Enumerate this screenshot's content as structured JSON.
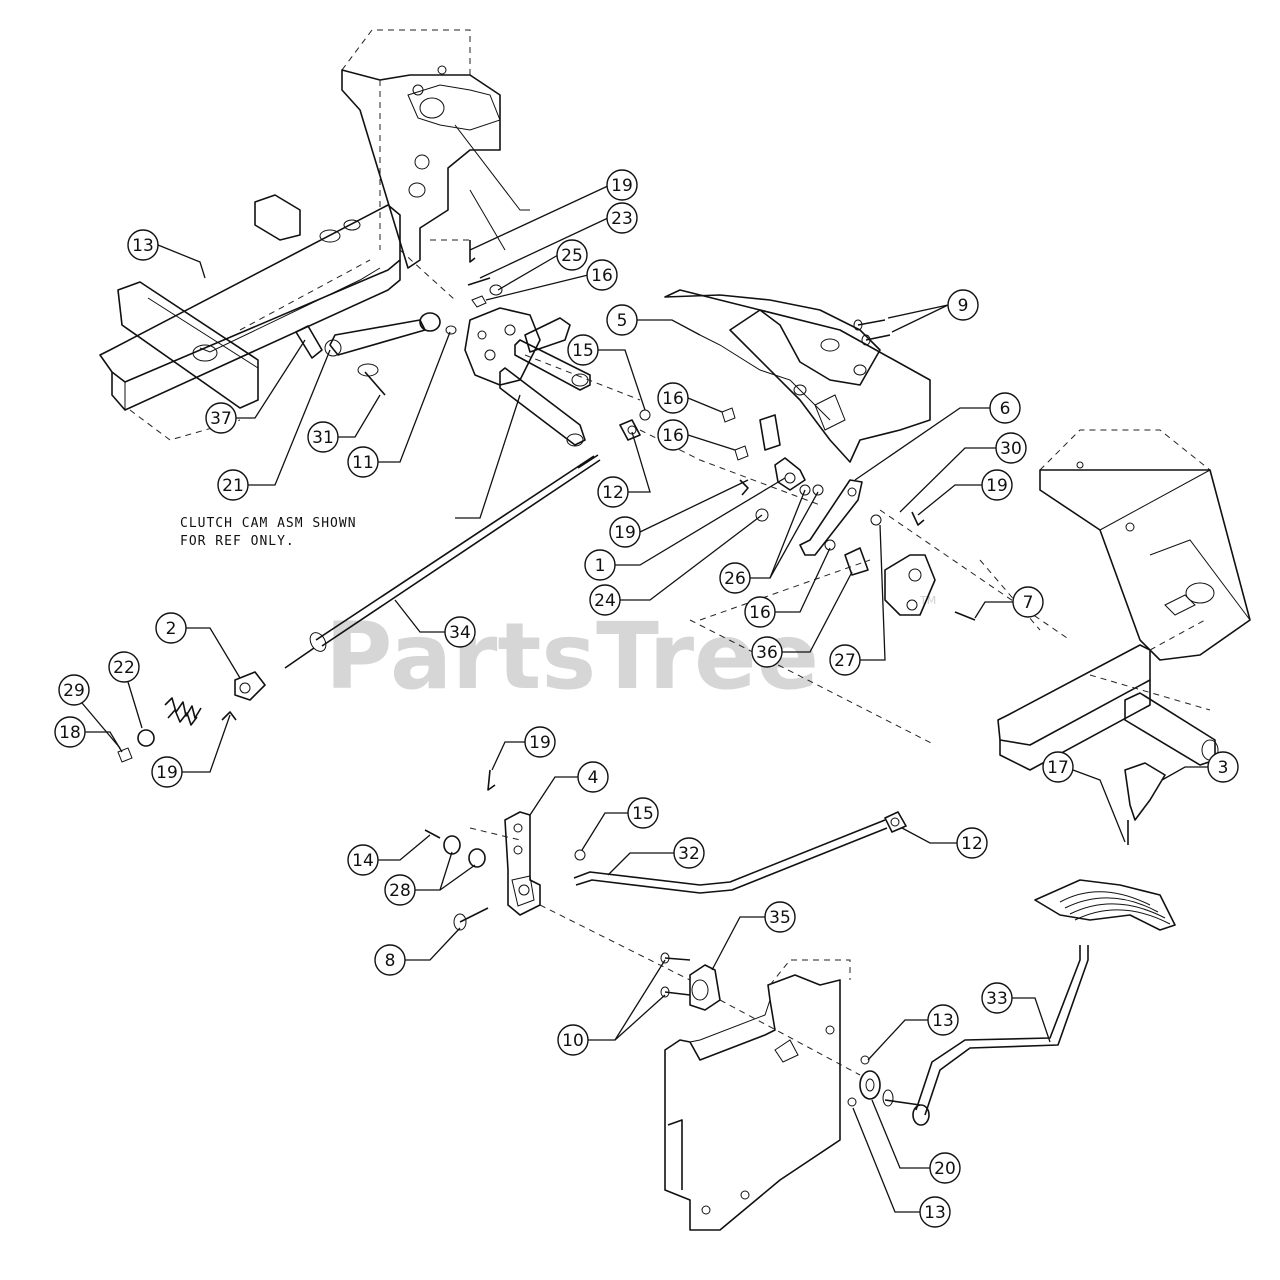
{
  "diagram": {
    "watermark": "PartsTree",
    "trademark": "TM",
    "note_lines": [
      "CLUTCH CAM ASM SHOWN",
      "FOR REF ONLY."
    ],
    "callouts": [
      {
        "id": "c-19a",
        "label": "19"
      },
      {
        "id": "c-23",
        "label": "23"
      },
      {
        "id": "c-25",
        "label": "25"
      },
      {
        "id": "c-16a",
        "label": "16"
      },
      {
        "id": "c-13a",
        "label": "13"
      },
      {
        "id": "c-9",
        "label": "9"
      },
      {
        "id": "c-5",
        "label": "5"
      },
      {
        "id": "c-15a",
        "label": "15"
      },
      {
        "id": "c-16b",
        "label": "16"
      },
      {
        "id": "c-16c",
        "label": "16"
      },
      {
        "id": "c-6",
        "label": "6"
      },
      {
        "id": "c-30",
        "label": "30"
      },
      {
        "id": "c-19b",
        "label": "19"
      },
      {
        "id": "c-37",
        "label": "37"
      },
      {
        "id": "c-31",
        "label": "31"
      },
      {
        "id": "c-11",
        "label": "11"
      },
      {
        "id": "c-21",
        "label": "21"
      },
      {
        "id": "c-12a",
        "label": "12"
      },
      {
        "id": "c-19c",
        "label": "19"
      },
      {
        "id": "c-1",
        "label": "1"
      },
      {
        "id": "c-24",
        "label": "24"
      },
      {
        "id": "c-26",
        "label": "26"
      },
      {
        "id": "c-16d",
        "label": "16"
      },
      {
        "id": "c-36",
        "label": "36"
      },
      {
        "id": "c-27",
        "label": "27"
      },
      {
        "id": "c-7",
        "label": "7"
      },
      {
        "id": "c-34",
        "label": "34"
      },
      {
        "id": "c-2",
        "label": "2"
      },
      {
        "id": "c-22",
        "label": "22"
      },
      {
        "id": "c-29",
        "label": "29"
      },
      {
        "id": "c-18",
        "label": "18"
      },
      {
        "id": "c-19d",
        "label": "19"
      },
      {
        "id": "c-19e",
        "label": "19"
      },
      {
        "id": "c-4",
        "label": "4"
      },
      {
        "id": "c-15b",
        "label": "15"
      },
      {
        "id": "c-32",
        "label": "32"
      },
      {
        "id": "c-12b",
        "label": "12"
      },
      {
        "id": "c-17",
        "label": "17"
      },
      {
        "id": "c-3",
        "label": "3"
      },
      {
        "id": "c-14",
        "label": "14"
      },
      {
        "id": "c-28",
        "label": "28"
      },
      {
        "id": "c-8",
        "label": "8"
      },
      {
        "id": "c-35",
        "label": "35"
      },
      {
        "id": "c-10",
        "label": "10"
      },
      {
        "id": "c-33",
        "label": "33"
      },
      {
        "id": "c-13b",
        "label": "13"
      },
      {
        "id": "c-20",
        "label": "20"
      },
      {
        "id": "c-13c",
        "label": "13"
      }
    ]
  }
}
